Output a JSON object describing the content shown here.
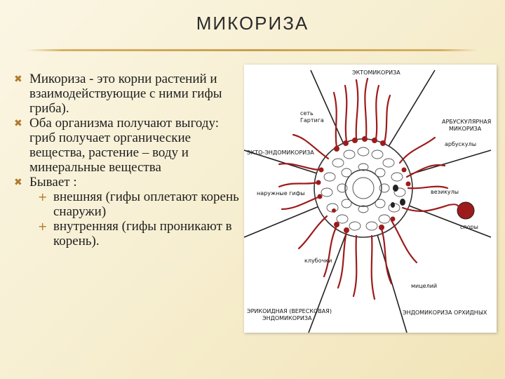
{
  "slide": {
    "title": "МИКОРИЗА",
    "bullets": [
      "Микориза - это корни растений и взаимодействующие с ними гифы гриба).",
      "Оба организма получают выгоду: гриб получает органические вещества, растение – воду и минеральные вещества",
      "Бывает :"
    ],
    "sub_bullets": [
      "внешняя (гифы оплетают корень снаружи)",
      "внутренняя (гифы проникают в корень)."
    ],
    "bullet_icon": "x-mark-icon",
    "sub_bullet_icon": "plus-icon"
  },
  "diagram": {
    "labels": {
      "ectomycorrhiza": "ЭКТОМИКОРИЗА",
      "hartig_net_1": "сеть",
      "hartig_net_2": "Гартига",
      "arbuscular_1": "АРБУСКУЛЯРНАЯ",
      "arbuscular_2": "МИКОРИЗА",
      "ecto_endo": "ЭКТО-ЭНДОМИКОРИЗА",
      "arbuscules": "арбускулы",
      "outer_hyphae": "наружные гифы",
      "vesicles": "везикулы",
      "spores": "споры",
      "coils": "клубочки",
      "mycelium": "мицелий",
      "ericoid_1": "ЭРИКОИДНАЯ (ВЕРЕСКОВАЯ)",
      "ericoid_2": "ЭНДОМИКОРИЗА",
      "orchid": "ЭНДОМИКОРИЗА ОРХИДНЫХ"
    },
    "colors": {
      "hyphae": "#9e1b1b",
      "cells": "#444444",
      "lines": "#222222"
    }
  }
}
